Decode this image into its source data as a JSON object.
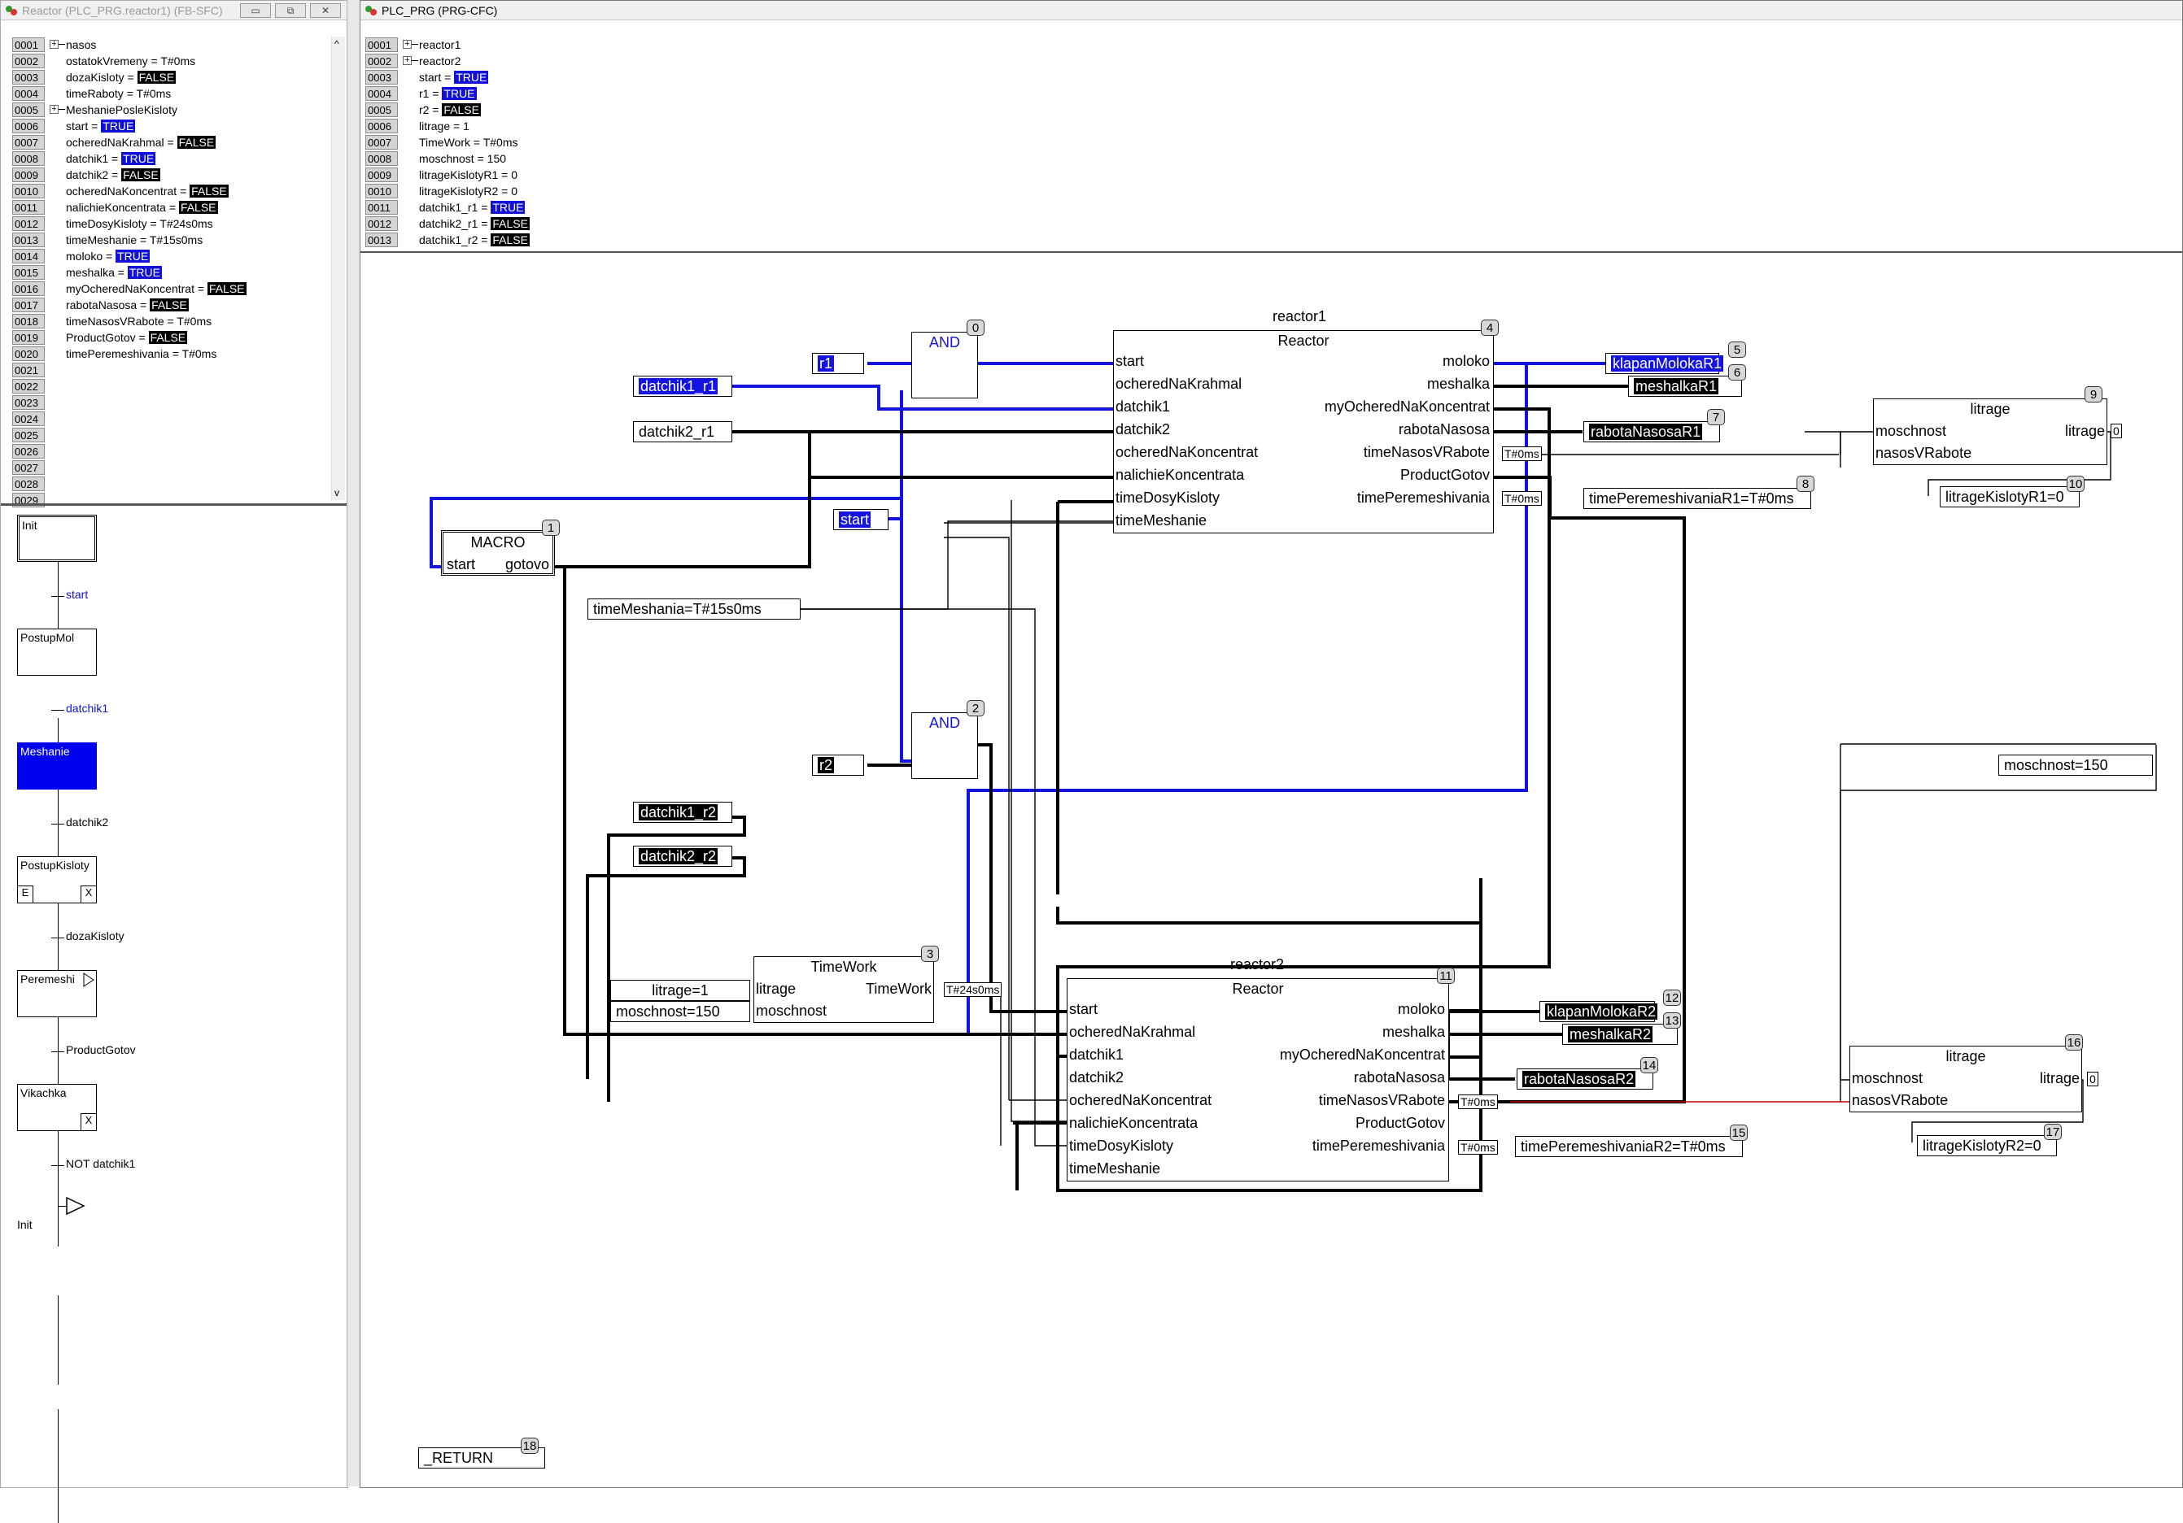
{
  "left_window": {
    "title": "Reactor (PLC_PRG.reactor1) (FB-SFC)",
    "buttons": {
      "minimize": "▭",
      "restore": "⧉",
      "close": "✕"
    },
    "decls": [
      {
        "n": "0001",
        "t": "nasos",
        "exp": true
      },
      {
        "n": "0002",
        "t": "ostatokVremeny = T#0ms"
      },
      {
        "n": "0003",
        "t": "dozaKisloty = ",
        "v": "FALSE",
        "k": "f"
      },
      {
        "n": "0004",
        "t": "timeRaboty = T#0ms"
      },
      {
        "n": "0005",
        "t": "MeshaniePosleKisloty",
        "exp": true
      },
      {
        "n": "0006",
        "t": "start = ",
        "v": "TRUE",
        "k": "t"
      },
      {
        "n": "0007",
        "t": "ocheredNaKrahmal = ",
        "v": "FALSE",
        "k": "f"
      },
      {
        "n": "0008",
        "t": "datchik1 = ",
        "v": "TRUE",
        "k": "t"
      },
      {
        "n": "0009",
        "t": "datchik2 = ",
        "v": "FALSE",
        "k": "f"
      },
      {
        "n": "0010",
        "t": "ocheredNaKoncentrat = ",
        "v": "FALSE",
        "k": "f"
      },
      {
        "n": "0011",
        "t": "nalichieKoncentrata = ",
        "v": "FALSE",
        "k": "f"
      },
      {
        "n": "0012",
        "t": "timeDosyKisloty = T#24s0ms"
      },
      {
        "n": "0013",
        "t": "timeMeshanie = T#15s0ms"
      },
      {
        "n": "0014",
        "t": "moloko = ",
        "v": "TRUE",
        "k": "t"
      },
      {
        "n": "0015",
        "t": "meshalka = ",
        "v": "TRUE",
        "k": "t"
      },
      {
        "n": "0016",
        "t": "myOcheredNaKoncentrat = ",
        "v": "FALSE",
        "k": "f"
      },
      {
        "n": "0017",
        "t": "rabotaNasosa = ",
        "v": "FALSE",
        "k": "f"
      },
      {
        "n": "0018",
        "t": "timeNasosVRabote = T#0ms"
      },
      {
        "n": "0019",
        "t": "ProductGotov = ",
        "v": "FALSE",
        "k": "f"
      },
      {
        "n": "0020",
        "t": "timePeremeshivania = T#0ms"
      },
      {
        "n": "0021",
        "t": ""
      },
      {
        "n": "0022",
        "t": ""
      },
      {
        "n": "0023",
        "t": ""
      },
      {
        "n": "0024",
        "t": ""
      },
      {
        "n": "0025",
        "t": ""
      },
      {
        "n": "0026",
        "t": ""
      },
      {
        "n": "0027",
        "t": ""
      },
      {
        "n": "0028",
        "t": ""
      },
      {
        "n": "0029",
        "t": ""
      }
    ],
    "sfc": {
      "steps": [
        "Init",
        "PostupMol",
        "Meshanie",
        "PostupKisloty",
        "Peremeshi",
        "Vikachka"
      ],
      "transitions": [
        "start",
        "datchik1",
        "datchik2",
        "dozaKisloty",
        "ProductGotov",
        "NOT datchik1"
      ],
      "qualifier_e": "E",
      "qualifier_x": "X",
      "jump": "Init"
    }
  },
  "right_window": {
    "title": "PLC_PRG (PRG-CFC)",
    "decls": [
      {
        "n": "0001",
        "t": "reactor1",
        "exp": true
      },
      {
        "n": "0002",
        "t": "reactor2",
        "exp": true
      },
      {
        "n": "0003",
        "t": "start = ",
        "v": "TRUE",
        "k": "t"
      },
      {
        "n": "0004",
        "t": "r1 = ",
        "v": "TRUE",
        "k": "t"
      },
      {
        "n": "0005",
        "t": "r2 = ",
        "v": "FALSE",
        "k": "f"
      },
      {
        "n": "0006",
        "t": "litrage = 1"
      },
      {
        "n": "0007",
        "t": "TimeWork = T#0ms"
      },
      {
        "n": "0008",
        "t": "moschnost = 150"
      },
      {
        "n": "0009",
        "t": "litrageKislotyR1 = 0"
      },
      {
        "n": "0010",
        "t": "litrageKislotyR2 = 0"
      },
      {
        "n": "0011",
        "t": "datchik1_r1 = ",
        "v": "TRUE",
        "k": "t"
      },
      {
        "n": "0012",
        "t": "datchik2_r1 = ",
        "v": "FALSE",
        "k": "f"
      },
      {
        "n": "0013",
        "t": "datchik1_r2 = ",
        "v": "FALSE",
        "k": "f"
      }
    ],
    "cfc": {
      "and0": {
        "title": "AND",
        "badge": "0"
      },
      "and2": {
        "title": "AND",
        "badge": "2"
      },
      "macro": {
        "title": "MACRO",
        "badge": "1",
        "in": "start",
        "out": "gotovo"
      },
      "timework": {
        "title": "TimeWork",
        "badge": "3",
        "in1": "litrage",
        "in2": "moschnost",
        "out": "TimeWork",
        "val": "T#24s0ms"
      },
      "reactor1": {
        "name": "reactor1",
        "type": "Reactor",
        "badge": "4",
        "inputs": [
          "start",
          "ocheredNaKrahmal",
          "datchik1",
          "datchik2",
          "ocheredNaKoncentrat",
          "nalichieKoncentrata",
          "timeDosyKisloty",
          "timeMeshanie"
        ],
        "outputs": [
          "moloko",
          "meshalka",
          "myOcheredNaKoncentrat",
          "rabotaNasosa",
          "timeNasosVRabote",
          "ProductGotov",
          "timePeremeshivania"
        ],
        "val_nasos": "T#0ms",
        "val_perem": "T#0ms"
      },
      "reactor2": {
        "name": "reactor2",
        "type": "Reactor",
        "badge": "11",
        "inputs": [
          "start",
          "ocheredNaKrahmal",
          "datchik1",
          "datchik2",
          "ocheredNaKoncentrat",
          "nalichieKoncentrata",
          "timeDosyKisloty",
          "timeMeshanie"
        ],
        "outputs": [
          "moloko",
          "meshalka",
          "myOcheredNaKoncentrat",
          "rabotaNasosa",
          "timeNasosVRabote",
          "ProductGotov",
          "timePeremeshivania"
        ],
        "val_nasos": "T#0ms",
        "val_perem": "T#0ms"
      },
      "litrage9": {
        "title": "litrage",
        "badge": "9",
        "in1": "moschnost",
        "in2": "nasosVRabote",
        "out": "litrage",
        "val": "0"
      },
      "litrage16": {
        "title": "litrage",
        "badge": "16",
        "in1": "moschnost",
        "in2": "nasosVRabote",
        "out": "litrage",
        "val": "0"
      },
      "io": {
        "r1": "r1",
        "r2": "r2",
        "start": "start",
        "datchik1_r1": "datchik1_r1",
        "datchik2_r1": "datchik2_r1",
        "datchik1_r2": "datchik1_r2",
        "datchik2_r2": "datchik2_r2",
        "timeMeshania": "timeMeshania=T#15s0ms",
        "litrage1": "litrage=1",
        "moschnost150a": "moschnost=150",
        "moschnost150b": "moschnost=150",
        "klapanMolokaR1": "klapanMolokaR1",
        "meshalkaR1": "meshalkaR1",
        "rabotaNasosaR1": "rabotaNasosaR1",
        "timePeremR1": "timePeremeshivaniaR1=T#0ms",
        "klapanMolokaR2": "klapanMolokaR2",
        "meshalkaR2": "meshalkaR2",
        "rabotaNasosaR2": "rabotaNasosaR2",
        "timePeremR2": "timePeremeshivaniaR2=T#0ms",
        "litrageKislotyR1": "litrageKislotyR1=0",
        "litrageKislotyR2": "litrageKislotyR2=0",
        "ret": "_RETURN"
      },
      "badges": {
        "b5": "5",
        "b6": "6",
        "b7": "7",
        "b8": "8",
        "b10": "10",
        "b12": "12",
        "b13": "13",
        "b14": "14",
        "b15": "15",
        "b17": "17",
        "b18": "18"
      }
    }
  }
}
